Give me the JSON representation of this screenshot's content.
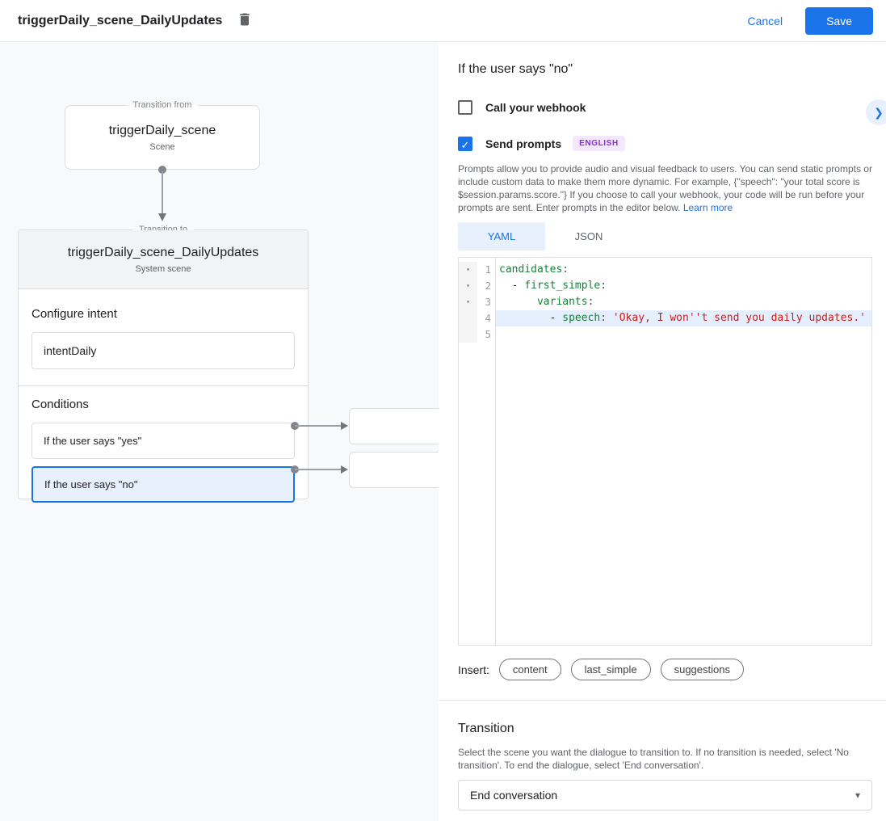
{
  "header": {
    "title": "triggerDaily_scene_DailyUpdates",
    "cancel_label": "Cancel",
    "save_label": "Save"
  },
  "icons": {
    "fold": "▾",
    "chevron_right": "❯",
    "check": "✓",
    "caret_down": "▾"
  },
  "colors": {
    "accent_blue": "#1a73e8",
    "selected_bg": "#e8f0fe",
    "canvas_bg": "#f8f9fa",
    "border": "#dadce0",
    "code_key_green": "#188038",
    "code_string_red": "#c5221f",
    "badge_bg": "#f3e8fd",
    "badge_text": "#8430ce"
  },
  "canvas": {
    "from_node": {
      "legend": "Transition from",
      "title": "triggerDaily_scene",
      "subtitle": "Scene"
    },
    "to_node": {
      "legend": "Transition to",
      "title": "triggerDaily_scene_DailyUpdates",
      "subtitle": "System scene",
      "configure_intent_label": "Configure intent",
      "intent_value": "intentDaily",
      "conditions_label": "Conditions",
      "conditions": [
        {
          "label": "If the user says \"yes\"",
          "selected": false
        },
        {
          "label": "If the user says \"no\"",
          "selected": true
        }
      ]
    }
  },
  "panel": {
    "title": "If the user says \"no\"",
    "webhook": {
      "label": "Call your webhook",
      "checked": false
    },
    "prompts": {
      "label": "Send prompts",
      "checked": true,
      "badge": "ENGLISH"
    },
    "description": "Prompts allow you to provide audio and visual feedback to users. You can send static prompts or include custom data to make them more dynamic. For example, {\"speech\": \"your total score is $session.params.score.\"} If you choose to call your webhook, your code will be run before your prompts are sent. Enter prompts in the editor below. ",
    "learn_more": "Learn more",
    "tabs": [
      {
        "label": "YAML",
        "active": true
      },
      {
        "label": "JSON",
        "active": false
      }
    ],
    "editor": {
      "lines": [
        {
          "num": "1",
          "fold": true,
          "segments": [
            {
              "c": "key",
              "text": "candidates"
            },
            {
              "c": "punc",
              "text": ":"
            }
          ]
        },
        {
          "num": "2",
          "fold": true,
          "segments": [
            {
              "c": "plain",
              "text": "  - "
            },
            {
              "c": "key",
              "text": "first_simple"
            },
            {
              "c": "punc",
              "text": ":"
            }
          ]
        },
        {
          "num": "3",
          "fold": true,
          "segments": [
            {
              "c": "plain",
              "text": "      "
            },
            {
              "c": "key",
              "text": "variants"
            },
            {
              "c": "punc",
              "text": ":"
            }
          ]
        },
        {
          "num": "4",
          "fold": false,
          "segments": [
            {
              "c": "plain",
              "text": "        - "
            },
            {
              "c": "key",
              "text": "speech"
            },
            {
              "c": "punc",
              "text": ": "
            },
            {
              "c": "str",
              "text": "'Okay, I won''t send you daily updates.'"
            }
          ]
        },
        {
          "num": "5",
          "fold": false,
          "segments": []
        }
      ]
    },
    "insert": {
      "label": "Insert:",
      "pills": [
        "content",
        "last_simple",
        "suggestions"
      ]
    },
    "transition": {
      "heading": "Transition",
      "description": "Select the scene you want the dialogue to transition to. If no transition is needed, select 'No transition'. To end the dialogue, select 'End conversation'.",
      "selected_value": "End conversation"
    }
  }
}
